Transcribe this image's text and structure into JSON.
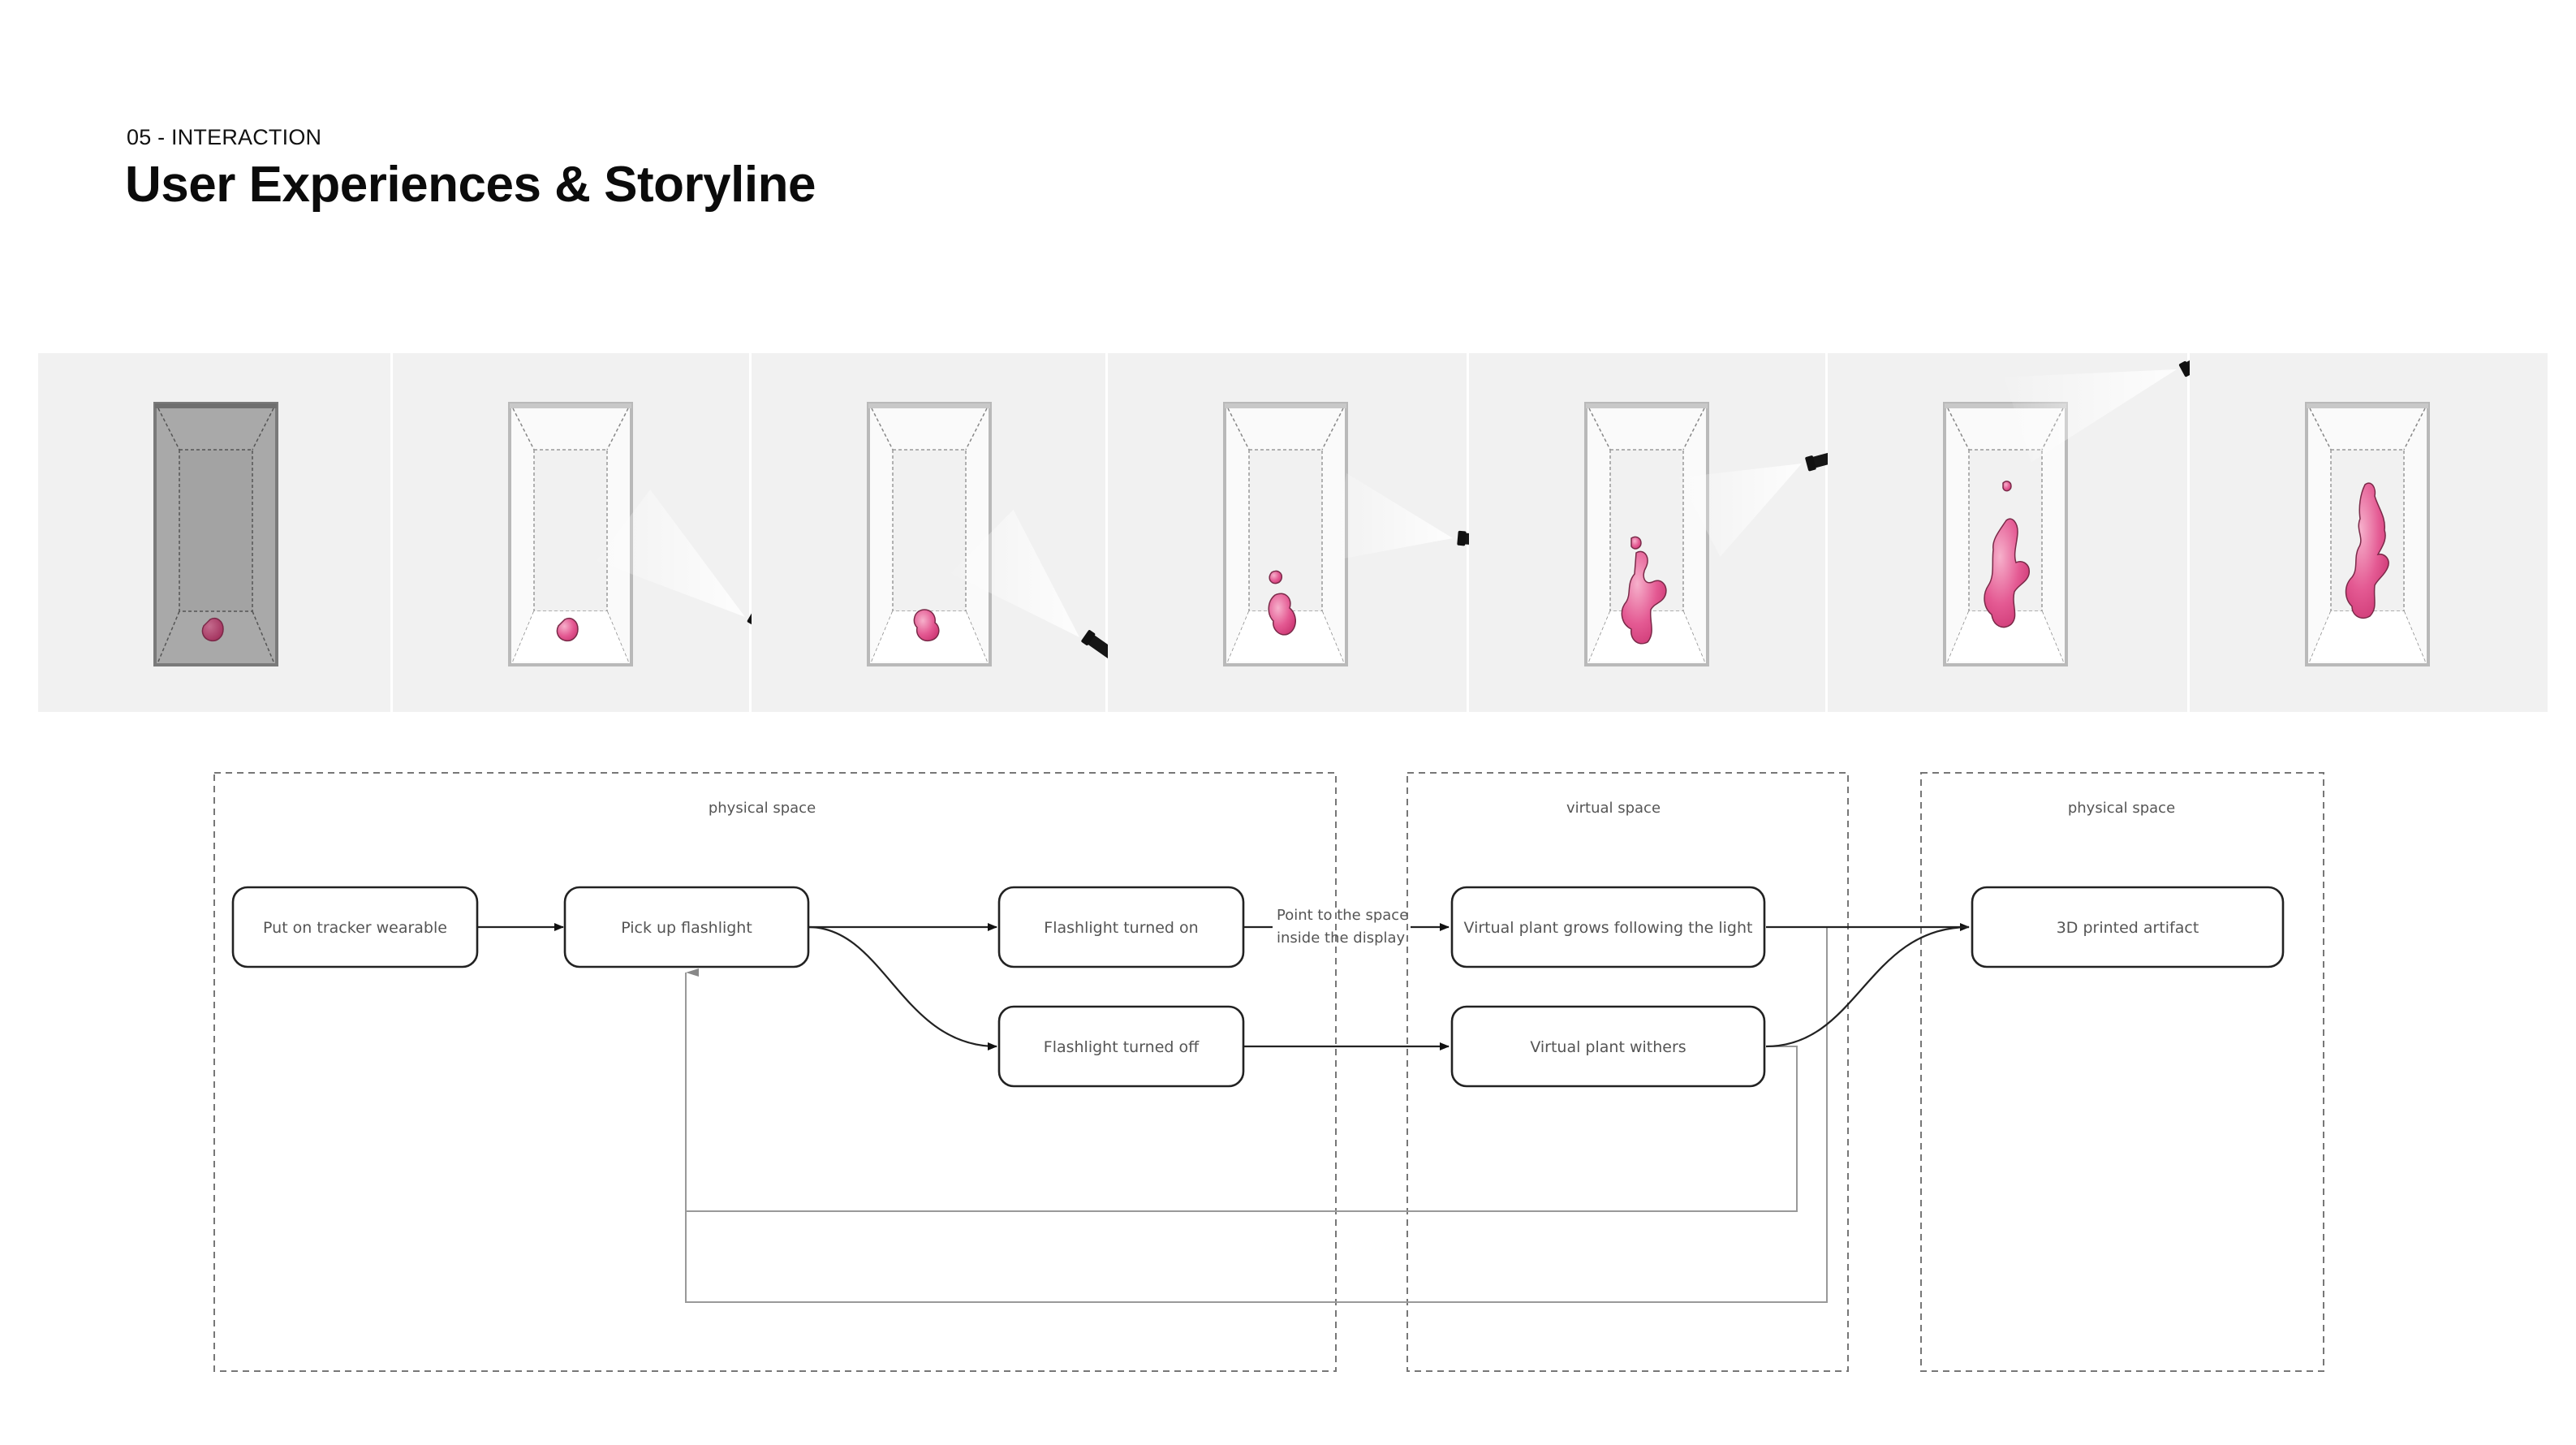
{
  "header": {
    "section_label": "05 - INTERACTION",
    "title": "User Experiences & Storyline"
  },
  "colors": {
    "plant_pink": "#e0508a",
    "plant_pink_light": "#f29bbd",
    "panel_bg": "#efefef",
    "dark_box": "#a6a6a6",
    "flashlight": "#161616",
    "text_gray": "#555555"
  },
  "storyboard": {
    "panels": [
      {
        "state": "display-off",
        "plant_stage": 0,
        "flashlight": "none"
      },
      {
        "state": "light-from-lower-right",
        "plant_stage": 0,
        "flashlight": "lower-right"
      },
      {
        "state": "light-from-lower-right",
        "plant_stage": 1,
        "flashlight": "lower-right"
      },
      {
        "state": "light-from-right",
        "plant_stage": 2,
        "flashlight": "right"
      },
      {
        "state": "light-from-upper-right",
        "plant_stage": 3,
        "flashlight": "upper-right"
      },
      {
        "state": "light-from-top-right",
        "plant_stage": 4,
        "flashlight": "top-right"
      },
      {
        "state": "final-plant",
        "plant_stage": 5,
        "flashlight": "none"
      }
    ]
  },
  "flowchart": {
    "zones": [
      {
        "id": "zone-physical-1",
        "label": "physical space"
      },
      {
        "id": "zone-virtual",
        "label": "virtual space"
      },
      {
        "id": "zone-physical-2",
        "label": "physical space"
      }
    ],
    "nodes": [
      {
        "id": "put-on-tracker",
        "label": "Put on tracker wearable"
      },
      {
        "id": "pick-up-flashlight",
        "label": "Pick up flashlight"
      },
      {
        "id": "flashlight-on",
        "label": "Flashlight turned on"
      },
      {
        "id": "flashlight-off",
        "label": "Flashlight turned off"
      },
      {
        "id": "plant-grows",
        "label": "Virtual plant grows following the light"
      },
      {
        "id": "plant-withers",
        "label": "Virtual plant withers"
      },
      {
        "id": "printed-artifact",
        "label": "3D printed artifact"
      }
    ],
    "edge_labels": {
      "on_to_grows_line1": "Point to the space",
      "on_to_grows_line2": "inside the display"
    },
    "edges": [
      {
        "from": "put-on-tracker",
        "to": "pick-up-flashlight"
      },
      {
        "from": "pick-up-flashlight",
        "to": "flashlight-on"
      },
      {
        "from": "pick-up-flashlight",
        "to": "flashlight-off"
      },
      {
        "from": "flashlight-on",
        "to": "plant-grows"
      },
      {
        "from": "flashlight-off",
        "to": "plant-withers"
      },
      {
        "from": "plant-grows",
        "to": "printed-artifact"
      },
      {
        "from": "plant-withers",
        "to": "printed-artifact"
      },
      {
        "from": "plant-withers",
        "to": "pick-up-flashlight",
        "style": "loop-back"
      },
      {
        "from": "plant-grows",
        "to": "pick-up-flashlight",
        "style": "loop-back"
      }
    ]
  }
}
